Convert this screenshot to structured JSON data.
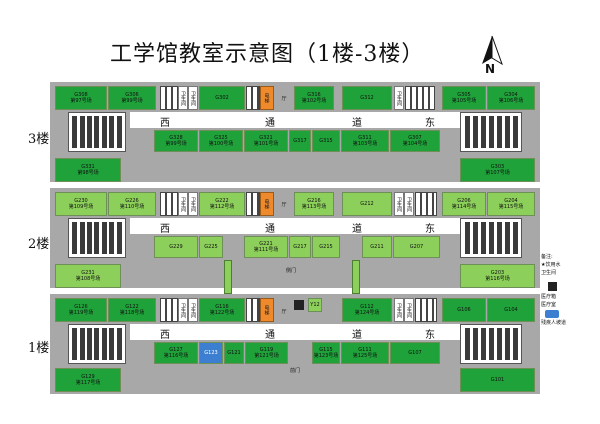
{
  "title": "工学馆教室示意图（1楼-3楼）",
  "north_label": "N",
  "floors": {
    "f3": "3楼",
    "f2": "2楼",
    "f1": "1楼"
  },
  "common": {
    "wc_a": "卫生间",
    "wc_b": "卫生间",
    "elevator": "电梯",
    "hall": "厅"
  },
  "corridor": {
    "west": "西",
    "tong": "通",
    "dao": "道",
    "east": "东"
  },
  "f3": {
    "g308": {
      "code": "G308",
      "name": "第97号场"
    },
    "g306": {
      "code": "G306",
      "name": "第99号场"
    },
    "g302": {
      "code": "G302",
      "name": ""
    },
    "g316": {
      "code": "G316",
      "name": "第102号场"
    },
    "g312": {
      "code": "G312",
      "name": ""
    },
    "g305": {
      "code": "G305",
      "name": "第105号场"
    },
    "g304": {
      "code": "G304",
      "name": "第106号场"
    },
    "g328": {
      "code": "G328",
      "name": "第99号场"
    },
    "g325": {
      "code": "G325",
      "name": "第100号场"
    },
    "g321": {
      "code": "G321",
      "name": "第101号场"
    },
    "g317": {
      "code": "G317",
      "name": ""
    },
    "g315": {
      "code": "G315",
      "name": ""
    },
    "g311": {
      "code": "G311",
      "name": "第103号场"
    },
    "g307": {
      "code": "G307",
      "name": "第104号场"
    },
    "g331": {
      "code": "G331",
      "name": "第98号场"
    },
    "g303": {
      "code": "G303",
      "name": "第107号场"
    }
  },
  "f2": {
    "g230": {
      "code": "G230",
      "name": "第109号场"
    },
    "g226": {
      "code": "G226",
      "name": "第110号场"
    },
    "g222": {
      "code": "G222",
      "name": "第112号场"
    },
    "g216": {
      "code": "G216",
      "name": "第113号场"
    },
    "g212": {
      "code": "G212",
      "name": ""
    },
    "g206": {
      "code": "G206",
      "name": "第114号场"
    },
    "g204": {
      "code": "G204",
      "name": "第115号场"
    },
    "g229": {
      "code": "G229",
      "name": ""
    },
    "g225": {
      "code": "G225",
      "name": ""
    },
    "g221": {
      "code": "G221",
      "name": "第111号场"
    },
    "g217": {
      "code": "G217",
      "name": ""
    },
    "g215": {
      "code": "G215",
      "name": ""
    },
    "g211": {
      "code": "G211",
      "name": ""
    },
    "g207": {
      "code": "G207",
      "name": ""
    },
    "g231": {
      "code": "G231",
      "name": "第108号场"
    },
    "g203": {
      "code": "G203",
      "name": "第116号场"
    }
  },
  "f1": {
    "g126": {
      "code": "G126",
      "name": "第119号场"
    },
    "g122": {
      "code": "G122",
      "name": "第118号场"
    },
    "g116": {
      "code": "G116",
      "name": "第122号场"
    },
    "g112": {
      "code": "G112",
      "name": "第124号场"
    },
    "g106": {
      "code": "G106",
      "name": ""
    },
    "g104": {
      "code": "G104",
      "name": ""
    },
    "g127": {
      "code": "G127",
      "name": "第116号场"
    },
    "g123": {
      "code": "G123",
      "name": ""
    },
    "g121": {
      "code": "G121",
      "name": ""
    },
    "g119": {
      "code": "G119",
      "name": "第121号场"
    },
    "g115": {
      "code": "G115",
      "name": "第123号场"
    },
    "g111": {
      "code": "G111",
      "name": "第125号场"
    },
    "g107": {
      "code": "G107",
      "name": ""
    },
    "g129": {
      "code": "G129",
      "name": "第117号场"
    },
    "g101": {
      "code": "G101",
      "name": ""
    },
    "g112b": {
      "code": "Y12",
      "name": ""
    }
  },
  "labels": {
    "entrance_1": "前门",
    "entrance_2": "侧门",
    "right_note_1": "备注:",
    "right_note_2": "★饮用水",
    "right_note_3": "卫生间",
    "right_note_4": "医疗箱",
    "right_note_5": "医疗室",
    "right_note_6": "残疾人坡道"
  },
  "colors": {
    "dark_green": "#1fa23a",
    "light_green": "#8ccf5a",
    "elevator": "#ef8a2c",
    "frame": "#a8a8a8"
  }
}
